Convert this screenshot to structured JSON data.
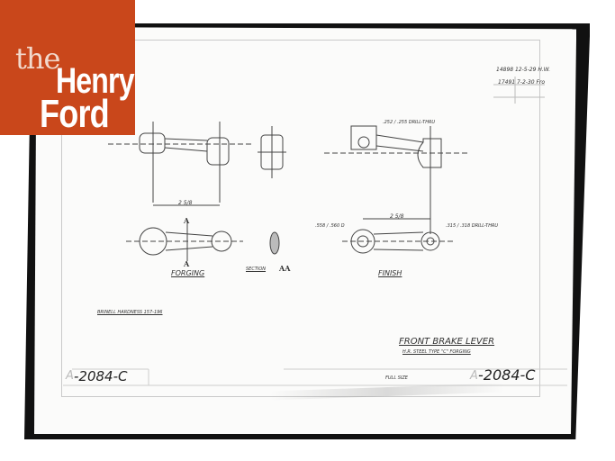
{
  "logo": {
    "line1": "the",
    "line2": "Henry",
    "line3": "Ford",
    "color": "#c9471b"
  },
  "revision_block": {
    "row1": "14898 12-5-29 H.W.",
    "row2": "17491 7-2-30 Fro"
  },
  "views": {
    "forging_label": "FORGING",
    "section_label": "SECTION",
    "section_letters": "AA",
    "finish_label": "FINISH",
    "section_marker": "A"
  },
  "callouts": {
    "drill_thru_top": ".252 / .255 DRILL-THRU",
    "drill_thru_finish": ".315 / .318 DRILL-THRU",
    "bore_finish": ".558 / .560 D",
    "center_distance": "2 5/8"
  },
  "notes": {
    "hardness": "BRINELL HARDNESS 157-196"
  },
  "title_block": {
    "title": "FRONT BRAKE LEVER",
    "subtitle": "H.R. STEEL TYPE \"C\" FORGING",
    "scale": "FULL SIZE",
    "drawing_number": "-2084-C",
    "drawing_prefix": "A"
  }
}
